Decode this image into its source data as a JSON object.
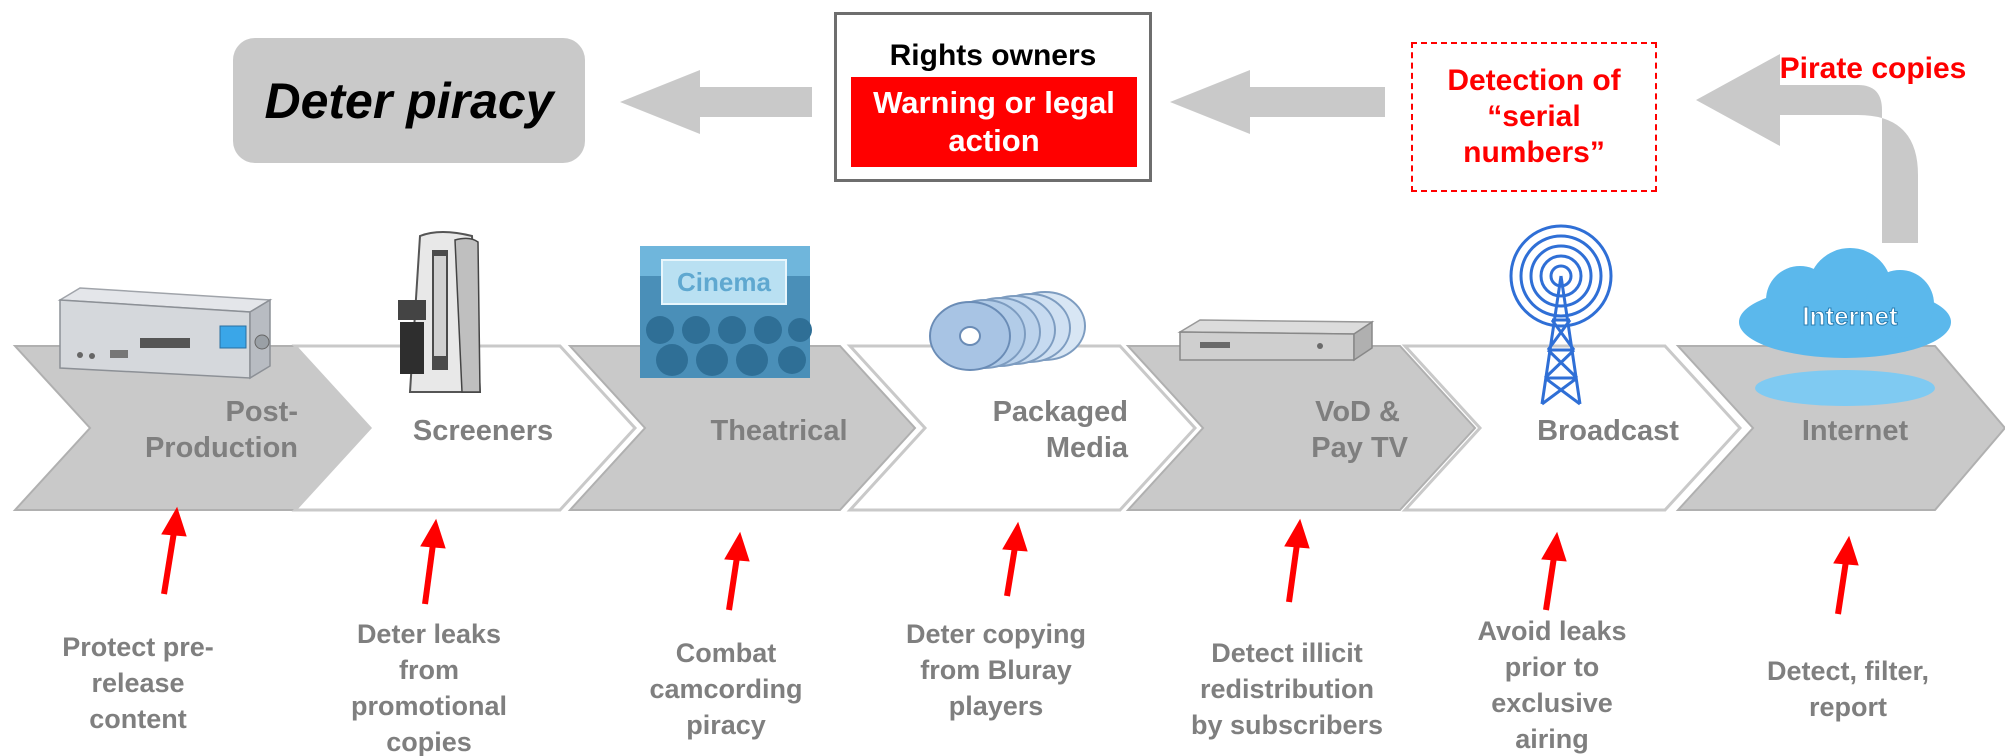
{
  "top_row": {
    "deter_piracy": "Deter piracy",
    "rights_owners": "Rights owners",
    "warning_action": "Warning or legal\naction",
    "detection_serial": "Detection of\n“serial\nnumbers”",
    "pirate_copies": "Pirate copies"
  },
  "stages": [
    {
      "label": "Post-\nProduction",
      "task": "Protect pre-\nrelease\ncontent",
      "icon": "post-production-server-icon"
    },
    {
      "label": "Screeners",
      "task": "Deter leaks\nfrom\npromotional\ncopies",
      "icon": "disc-duplicator-icon"
    },
    {
      "label": "Theatrical",
      "task": "Combat\ncamcording\npiracy",
      "icon": "cinema-icon"
    },
    {
      "label": "Packaged\nMedia",
      "task": "Deter copying\nfrom Bluray\nplayers",
      "icon": "disc-stack-icon"
    },
    {
      "label": "VoD &\nPay TV",
      "task": "Detect illicit\nredistribution\nby subscribers",
      "icon": "set-top-box-icon"
    },
    {
      "label": "Broadcast",
      "task": "Avoid leaks\nprior to\nexclusive\nairing",
      "icon": "broadcast-tower-icon"
    },
    {
      "label": "Internet",
      "task": "Detect, filter,\nreport",
      "icon": "internet-cloud-icon"
    }
  ],
  "icon_text": {
    "cinema": "Cinema",
    "internet": "Internet"
  },
  "colors": {
    "chevron_gray": "#c9c9c9",
    "chevron_white": "#ffffff",
    "label_gray": "#7f7f7f",
    "accent_red": "#ff0000",
    "arrow_gray": "#c9c9c9"
  }
}
